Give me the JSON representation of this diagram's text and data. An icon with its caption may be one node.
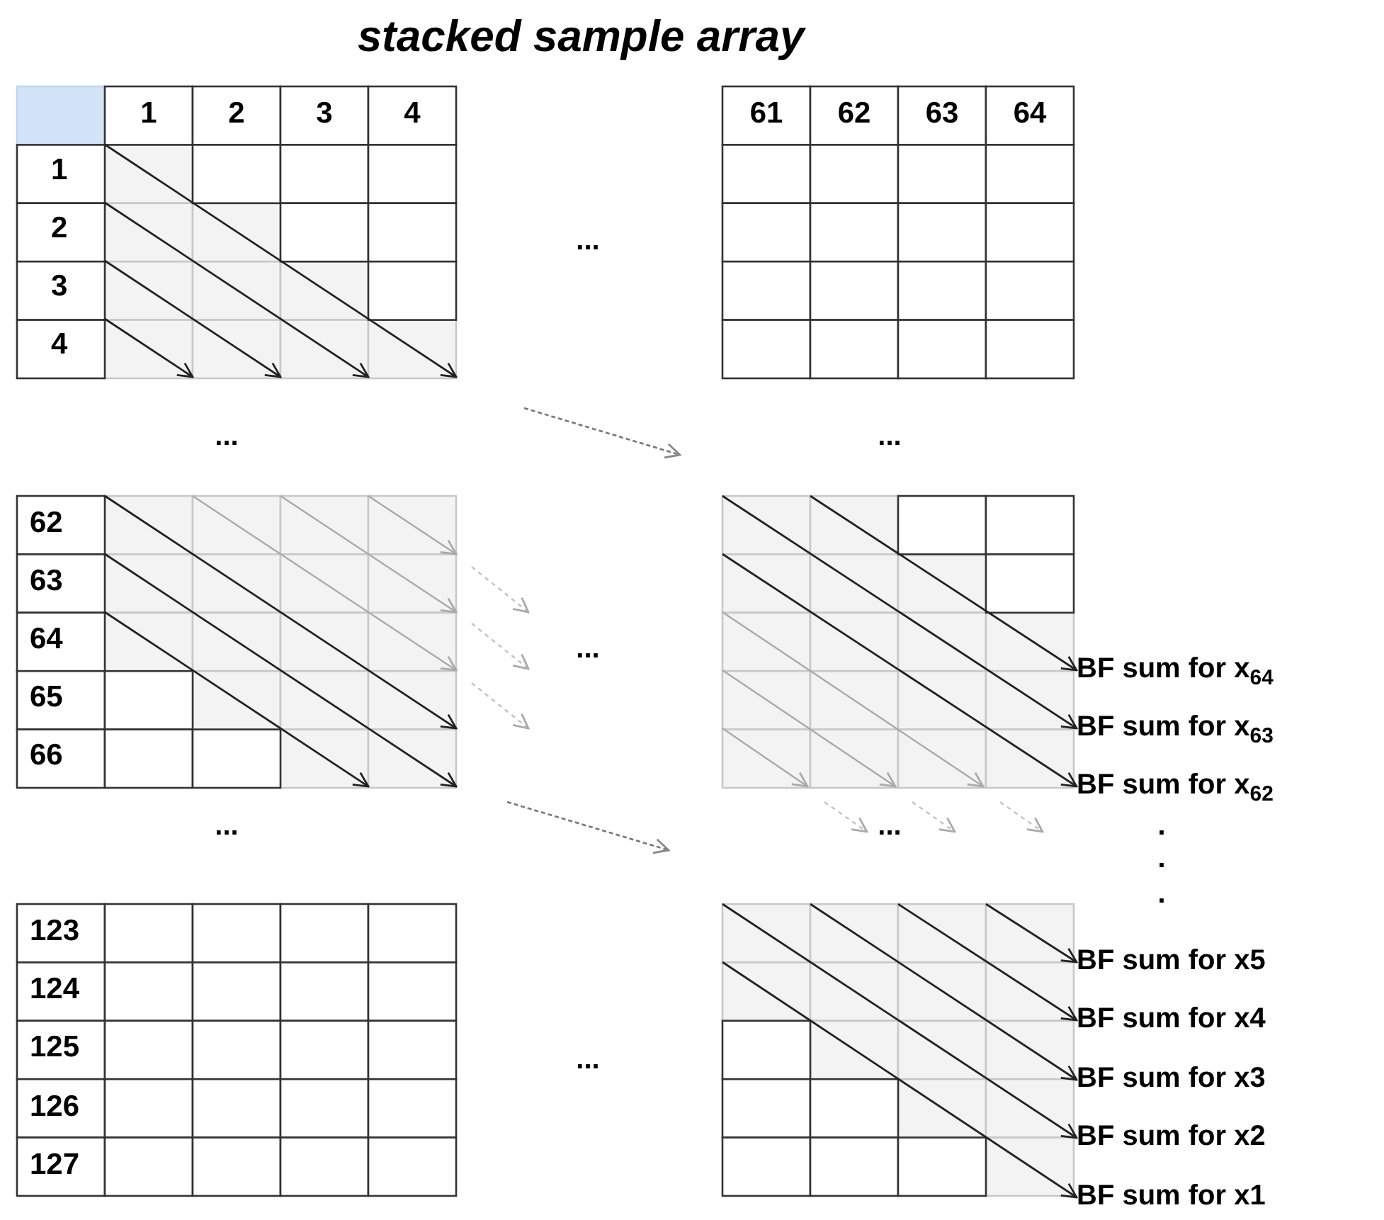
{
  "diagram": {
    "title": "stacked sample array",
    "nodes": [
      {
        "text": [
          "BF sum for x$_{64}$"
        ]
      },
      {
        "text": [
          "BF sum for x$_{63}$"
        ]
      },
      {
        "text": [
          "BF sum for x$_{62}$"
        ]
      },
      {
        "text": [
          "BF sum for x5"
        ]
      },
      {
        "text": [
          "BF sum for x4"
        ]
      },
      {
        "text": [
          "BF sum for x3"
        ]
      },
      {
        "text": [
          "BF sum for x2"
        ]
      },
      {
        "text": [
          "BF sum for x1"
        ]
      }
    ],
    "edges": [
      {
        "from": null,
        "to": 0,
        "arrow": "to"
      },
      {
        "from": null,
        "to": 1,
        "arrow": "to"
      },
      {
        "from": null,
        "to": 2,
        "arrow": "to"
      },
      {
        "from": null,
        "to": 3,
        "arrow": "to"
      },
      {
        "from": null,
        "to": 4,
        "arrow": "to"
      },
      {
        "from": null,
        "to": 5,
        "arrow": "to"
      },
      {
        "from": null,
        "to": 6,
        "arrow": "to"
      },
      {
        "from": null,
        "to": 7,
        "arrow": "to"
      }
    ],
    "labels": [
      "1",
      "2",
      "3",
      "4",
      "61",
      "62",
      "63",
      "64",
      "1",
      "2",
      "...",
      "3",
      "4",
      "...",
      "...",
      "62",
      "63",
      "64",
      "...",
      "65",
      "66",
      ".",
      ".",
      ".",
      "...",
      "...",
      "123",
      "124",
      "125",
      "...",
      "126",
      "127"
    ]
  }
}
